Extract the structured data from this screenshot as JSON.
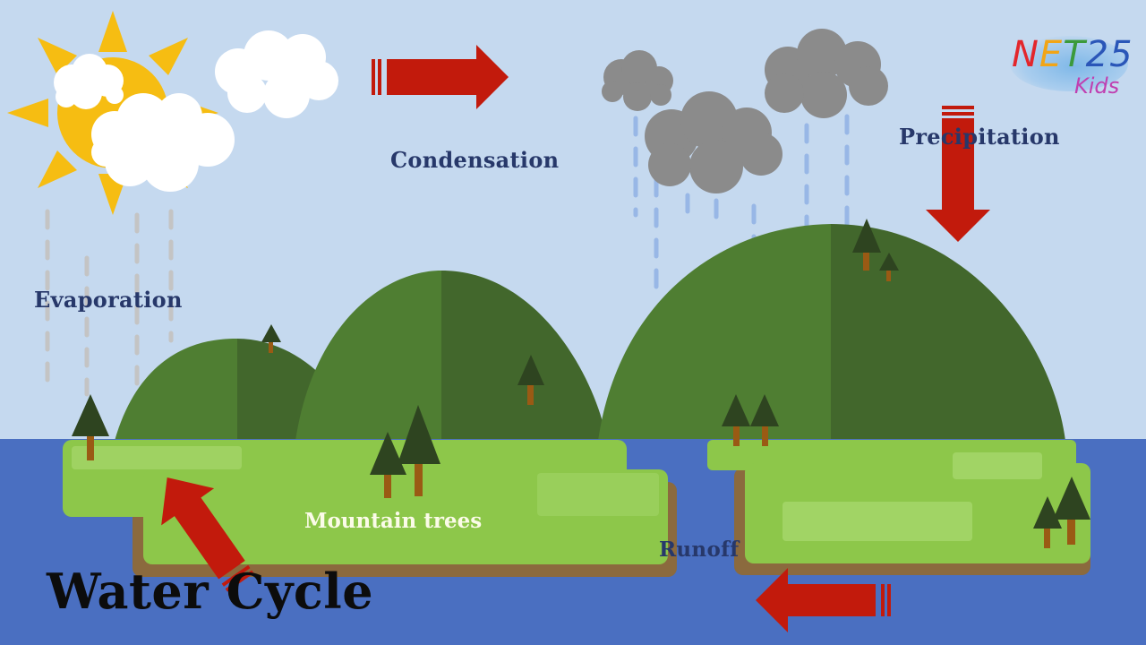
{
  "labels": {
    "evaporation": "Evaporation",
    "condensation": "Condensation",
    "precipitation": "Precipitation",
    "mountain_trees": "Mountain trees",
    "runoff": "Runoff",
    "title": "Water Cycle"
  },
  "logo": {
    "n": "N",
    "e": "E",
    "t": "T",
    "num2": "2",
    "num5": "5",
    "kids": "Kids"
  },
  "colors": {
    "sky": "#c5d9ef",
    "sea": "#4a6fc1",
    "hill_light": "#4f7e32",
    "hill_dark": "#42672c",
    "grass": "#8dc74a",
    "soil": "#8b6a3e",
    "arrow": "#c21a0c",
    "sun": "#f6bd12",
    "rain_cloud": "#8b8b8b",
    "rain": "#98b7e6",
    "text_navy": "#27386a"
  }
}
